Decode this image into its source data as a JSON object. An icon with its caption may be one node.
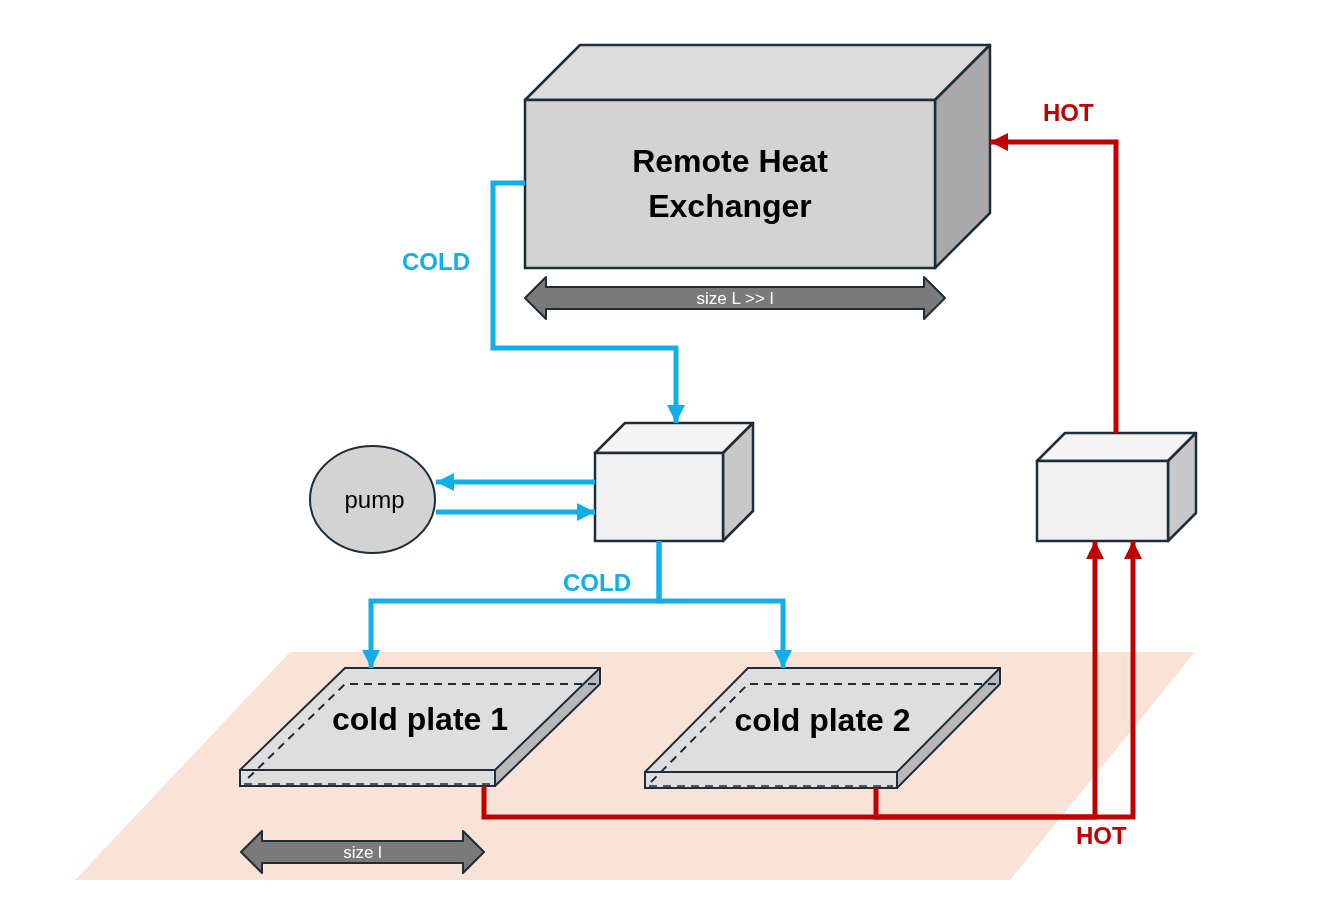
{
  "diagram": {
    "nodes": [
      {
        "text": [
          "Remote Heat Exchanger"
        ]
      },
      {
        "text": [],
        "shape": "box"
      },
      {
        "text": [],
        "shape": "box"
      },
      {
        "text": [
          "pump"
        ]
      },
      {
        "text": [
          "cold plate 1"
        ]
      },
      {
        "text": [
          "cold plate 2"
        ]
      }
    ],
    "edges": [
      {
        "from": 0,
        "to": 1,
        "arrow": "to",
        "label": "COLD"
      },
      {
        "from": 1,
        "to": 3,
        "arrow": "to"
      },
      {
        "from": 3,
        "to": 1,
        "arrow": "to"
      },
      {
        "from": 1,
        "to": 4,
        "arrow": "to",
        "label": "COLD"
      },
      {
        "from": 1,
        "to": 5,
        "arrow": "to"
      },
      {
        "from": 4,
        "to": 2,
        "arrow": "to",
        "color": "#c00000",
        "label": "HOT"
      },
      {
        "from": 5,
        "to": 2,
        "arrow": "to",
        "color": "#c00000"
      },
      {
        "from": 2,
        "to": 0,
        "arrow": "to",
        "color": "#c00000",
        "label": "HOT"
      }
    ],
    "labels": [
      "size L >> l",
      "size l"
    ]
  }
}
